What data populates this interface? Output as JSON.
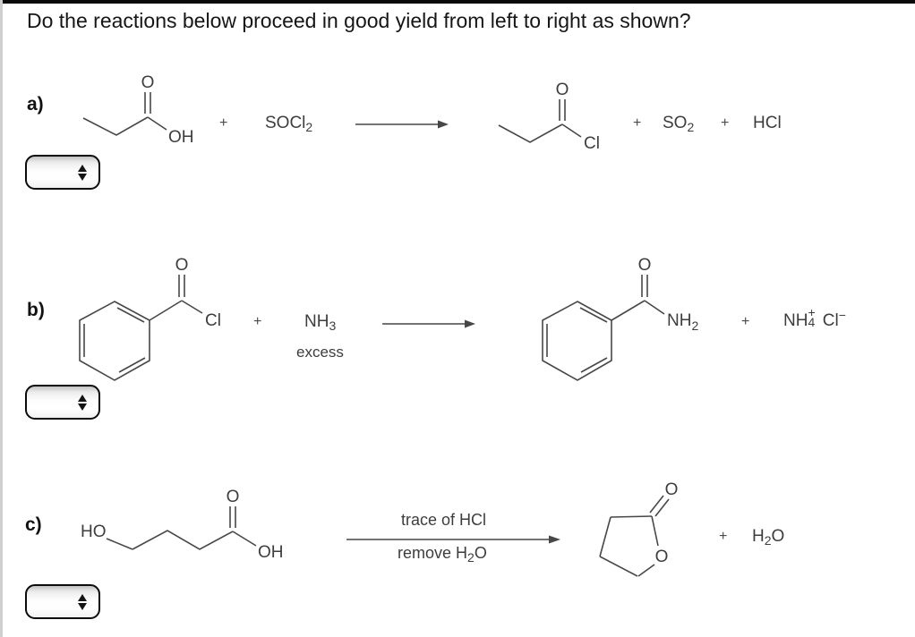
{
  "page": {
    "title": "Do the reactions below proceed in good yield from left to right as shown?"
  },
  "colors": {
    "structure_stroke": "#474747",
    "formula_text": "#3d3d3d",
    "title_text": "#161616",
    "top_border": "#0a0a0a"
  },
  "reaction_a": {
    "label": "a)",
    "acid_o": "O",
    "acid_oh": "OH",
    "plus_1": "+",
    "socl2_base": "SOCl",
    "socl2_sub": "2",
    "chloride_o": "O",
    "chloride_cl": "Cl",
    "plus_2": "+",
    "so2_base": "SO",
    "so2_sub": "2",
    "plus_3": "+",
    "hcl": "HCl"
  },
  "reaction_b": {
    "label": "b)",
    "bzcl_o": "O",
    "bzcl_cl": "Cl",
    "plus_1": "+",
    "nh3_base": "NH",
    "nh3_sub": "3",
    "excess": "excess",
    "amide_o": "O",
    "amide_nh": "NH",
    "amide_nh_sub": "2",
    "plus_2": "+",
    "nh4_base": "NH",
    "nh4_sup": "+",
    "nh4_sub": "4",
    "cl_base": "Cl",
    "cl_sup": "−"
  },
  "reaction_c": {
    "label": "c)",
    "ho": "HO",
    "acid_o": "O",
    "acid_oh": "OH",
    "arrow_top": "trace of HCl",
    "arrow_bottom_base": "remove H",
    "arrow_bottom_sub": "2",
    "arrow_bottom_end": "O",
    "lactone_o_top": "O",
    "lactone_o_ring": "O",
    "plus_1": "+",
    "h2o_base": "H",
    "h2o_sub": "2",
    "h2o_end": "O"
  }
}
